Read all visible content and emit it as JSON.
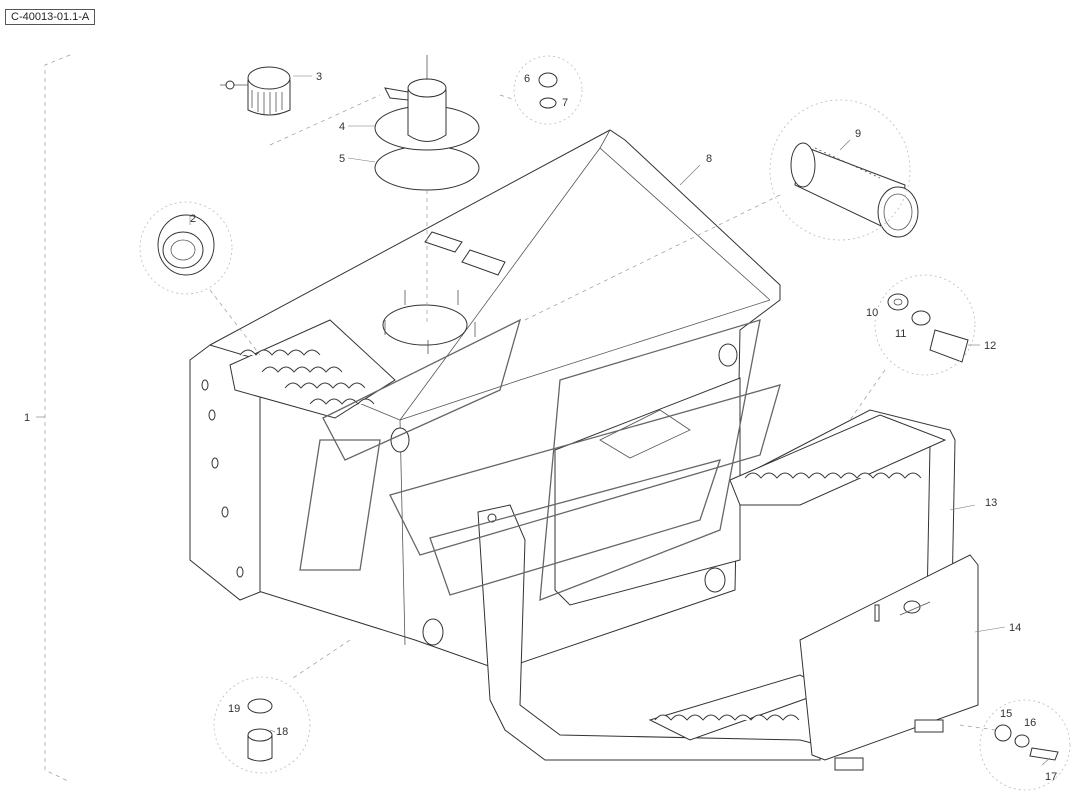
{
  "figure": {
    "reference_code": "C-40013-01.1-A"
  },
  "callouts": [
    "1",
    "2",
    "3",
    "4",
    "5",
    "6",
    "7",
    "8",
    "9",
    "10",
    "11",
    "12",
    "13",
    "14",
    "15",
    "16",
    "17",
    "18",
    "19"
  ]
}
